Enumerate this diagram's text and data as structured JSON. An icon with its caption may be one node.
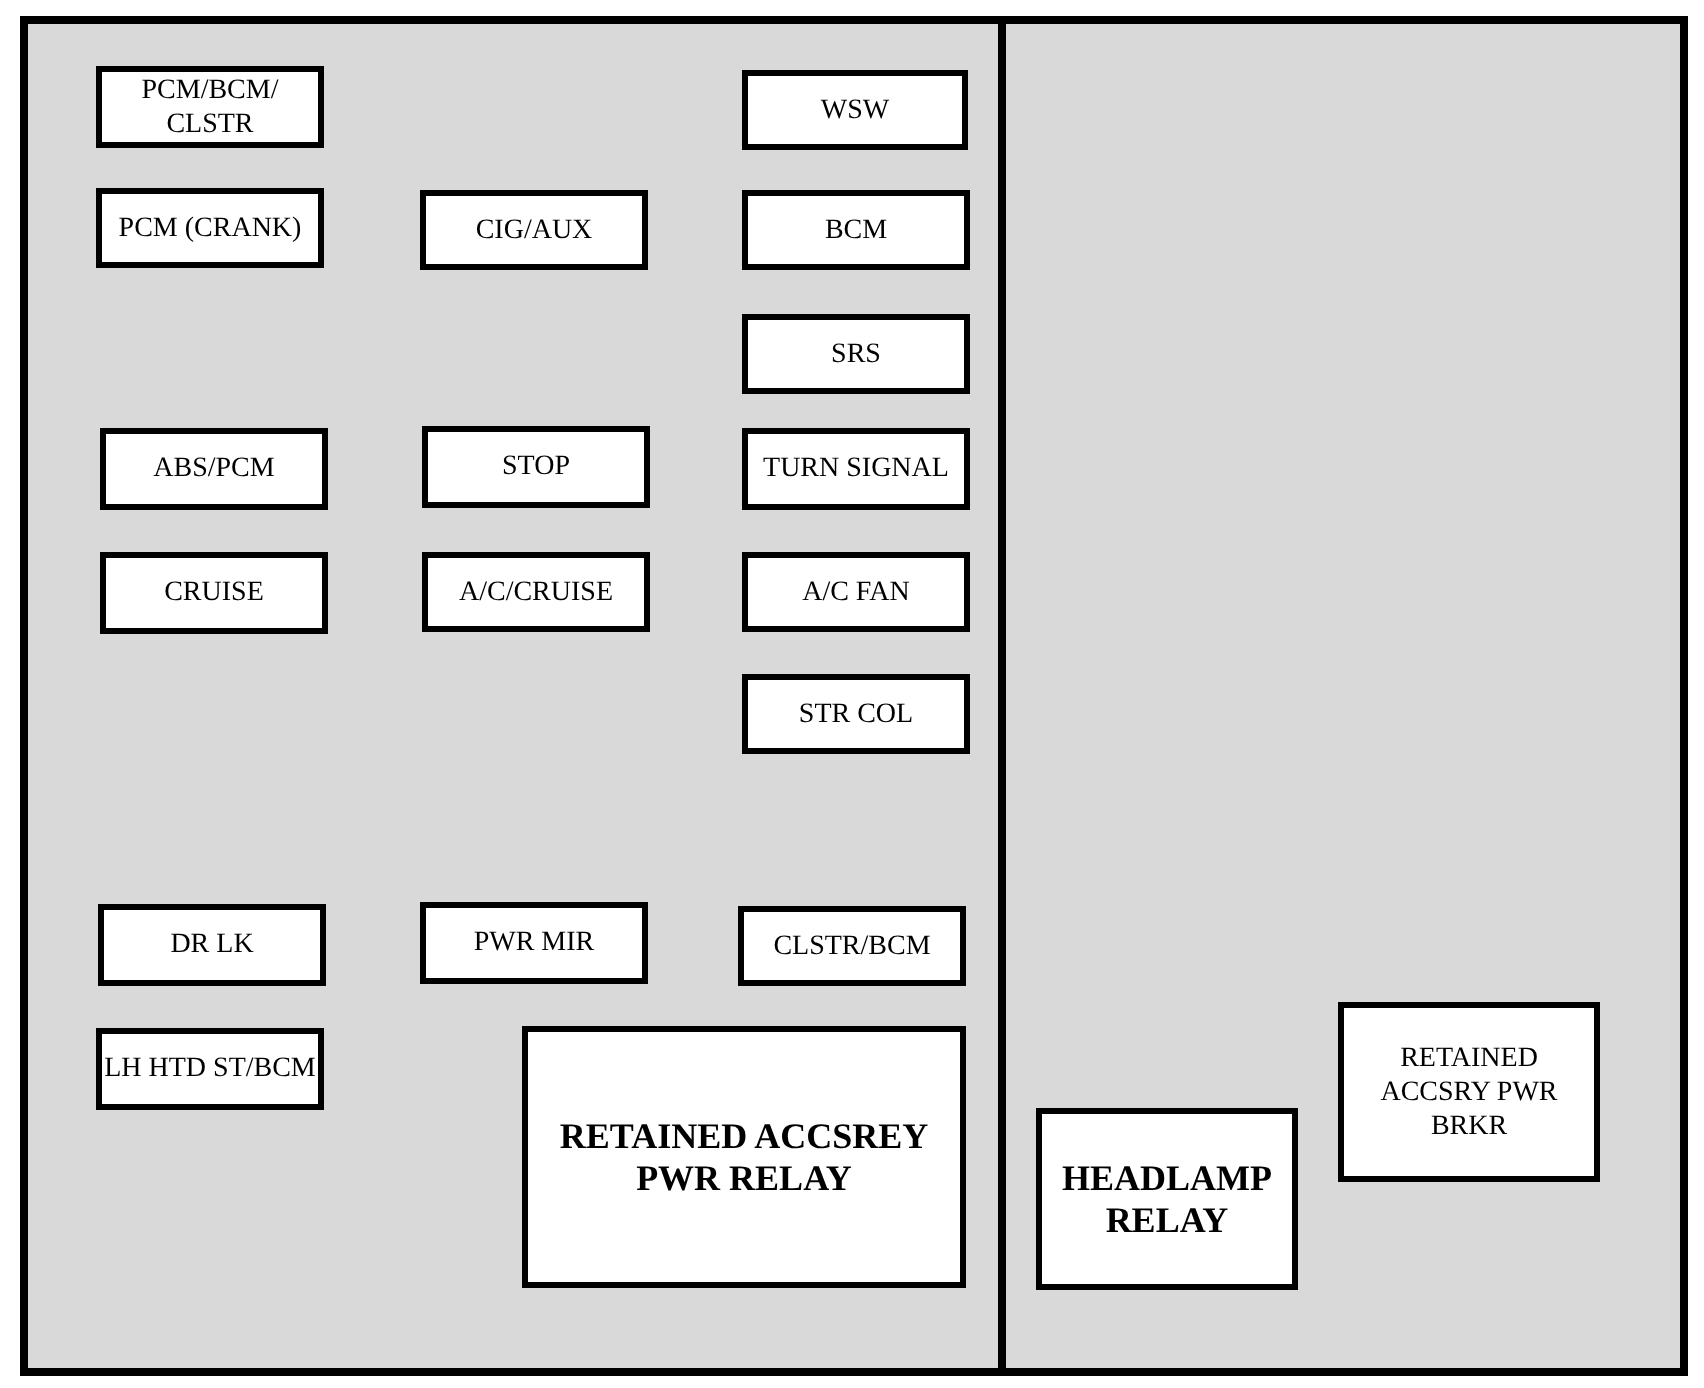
{
  "diagram": {
    "nodes": [
      {
        "text": [
          "PCM/BCM/ CLSTR"
        ]
      },
      {
        "text": [
          "WSW"
        ]
      },
      {
        "text": [
          "PCM (CRANK)"
        ]
      },
      {
        "text": [
          "CIG/AUX"
        ]
      },
      {
        "text": [
          "BCM"
        ]
      },
      {
        "text": [
          "SRS"
        ]
      },
      {
        "text": [
          "ABS/PCM"
        ]
      },
      {
        "text": [
          "STOP"
        ]
      },
      {
        "text": [
          "TURN SIGNAL"
        ]
      },
      {
        "text": [
          "CRUISE"
        ]
      },
      {
        "text": [
          "A/C/CRUISE"
        ]
      },
      {
        "text": [
          "A/C FAN"
        ]
      },
      {
        "text": [
          "STR COL"
        ]
      },
      {
        "text": [
          "DR LK"
        ]
      },
      {
        "text": [
          "PWR MIR"
        ]
      },
      {
        "text": [
          "CLSTR/BCM"
        ]
      },
      {
        "text": [
          "RETAINED ACCSRY PWR BRKR"
        ]
      },
      {
        "text": [
          "LH HTD ST/BCM"
        ]
      },
      {
        "text": [
          "RETAINED ACCSREY PWR RELAY"
        ]
      },
      {
        "text": [
          "HEADLAMP RELAY"
        ]
      }
    ]
  }
}
